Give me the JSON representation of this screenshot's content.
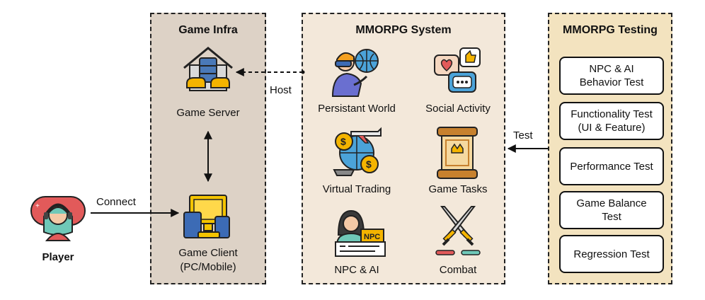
{
  "player": {
    "label": "Player"
  },
  "game_infra": {
    "title": "Game Infra",
    "server_label": "Game Server",
    "client_label_line1": "Game Client",
    "client_label_line2": "(PC/Mobile)"
  },
  "mmorpg_system": {
    "title": "MMORPG System",
    "features": [
      {
        "label": "Persistant World",
        "icon": "vr-globe-icon"
      },
      {
        "label": "Social Activity",
        "icon": "chat-bubbles-icon"
      },
      {
        "label": "Virtual Trading",
        "icon": "trading-globe-icon"
      },
      {
        "label": "Game Tasks",
        "icon": "scroll-icon"
      },
      {
        "label": "NPC & AI",
        "icon": "npc-icon"
      },
      {
        "label": "Combat",
        "icon": "crossed-swords-icon"
      }
    ]
  },
  "mmorpg_testing": {
    "title": "MMORPG Testing",
    "tests": [
      "NPC & AI\nBehavior Test",
      "Functionality Test\n(UI & Feature)",
      "Performance Test",
      "Game Balance\nTest",
      "Regression Test"
    ]
  },
  "edges": {
    "connect": "Connect",
    "host": "Host",
    "test": "Test"
  },
  "colors": {
    "infra_bg": "#ddd2c6",
    "system_bg": "#f3e8da",
    "testing_bg": "#f3e3bf"
  }
}
